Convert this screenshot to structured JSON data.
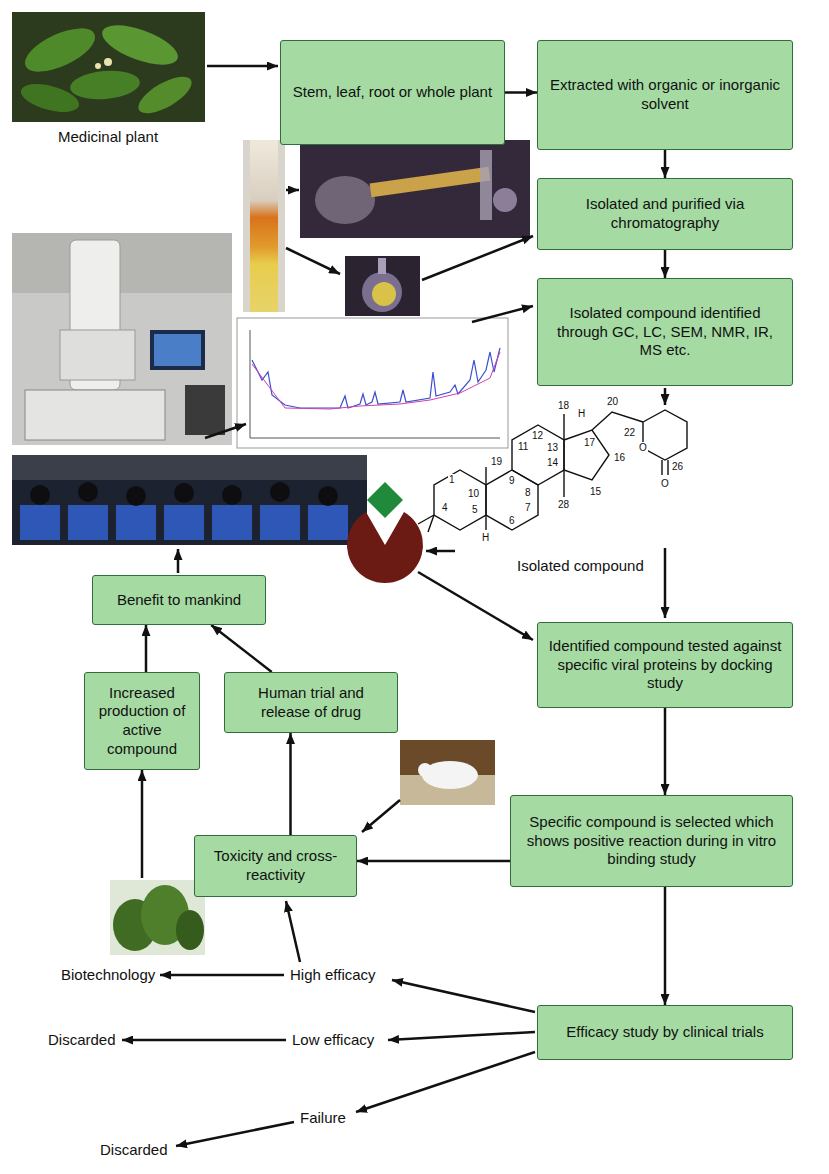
{
  "diagram": {
    "nodes": [
      {
        "text": [
          "Stem, leaf, root or whole plant"
        ]
      },
      {
        "text": [
          "Extracted with organic or inorganic solvent"
        ]
      },
      {
        "text": [
          "Isolated and purified via chromatography"
        ]
      },
      {
        "text": [
          "Isolated compound identified through GC, LC, SEM, NMR, IR, MS etc."
        ]
      },
      {
        "text": [
          "Identified compound tested against specific viral proteins by docking study"
        ]
      },
      {
        "text": [
          "Specific compound is selected which shows positive reaction during in vitro binding study"
        ]
      },
      {
        "text": [
          "Efficacy study by clinical trials"
        ]
      },
      {
        "text": [
          "Toxicity and cross-reactivity"
        ]
      },
      {
        "text": [
          "Human trial and release of drug"
        ]
      },
      {
        "text": [
          "Benefit to mankind"
        ]
      },
      {
        "text": [
          "Increased production of active compound"
        ]
      }
    ],
    "edges": [
      {
        "from": 0,
        "to": 1,
        "arrow": "to"
      },
      {
        "from": 1,
        "to": 2,
        "arrow": "to"
      },
      {
        "from": 2,
        "to": 3,
        "arrow": "to"
      },
      {
        "from": 4,
        "to": 5,
        "arrow": "to"
      },
      {
        "from": 5,
        "to": 6,
        "arrow": "to"
      },
      {
        "from": 5,
        "to": 7,
        "arrow": "to"
      },
      {
        "from": 7,
        "to": 8,
        "arrow": "to"
      },
      {
        "from": 8,
        "to": 9,
        "arrow": "to"
      },
      {
        "from": 10,
        "to": 9,
        "arrow": "to"
      }
    ],
    "labels": [
      "Medicinal plant",
      "19",
      "1",
      "10",
      "4",
      "5",
      "H",
      "6",
      "7",
      "8",
      "9",
      "11",
      "12",
      "13",
      "14",
      "18",
      "28",
      "15",
      "16",
      "17",
      "H",
      "20",
      "22",
      "O",
      "26",
      "O",
      "Isolated compound",
      "High efficacy",
      "Biotechnology",
      "Low efficacy",
      "Discarded",
      "Failure",
      "Discarded"
    ]
  }
}
